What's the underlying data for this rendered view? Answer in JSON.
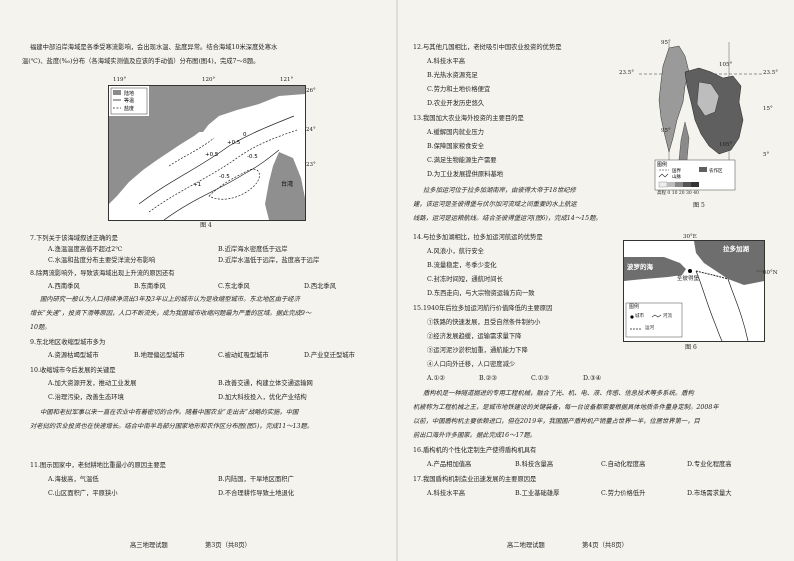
{
  "left": {
    "intro": [
      "福建中部沿岸海域是各季受寒流影响，会出现水温、盐度异常。结合海域10米深度处寒水",
      "温(℃)、盐度(‰)分布（各海域实测值及应该的手动值）分布图(图4)，完成7～8题。"
    ],
    "fig4": {
      "legend": [
        "陆地",
        "等温",
        "盐度"
      ],
      "lon_labels": [
        "119°",
        "120°",
        "121°"
      ],
      "lat_labels": [
        "26°",
        "24°",
        "23°"
      ],
      "iso_labels": [
        "+0.5",
        "0",
        "-0.5",
        "+1",
        "-0.5",
        "+0.5"
      ],
      "land_label": "台湾",
      "caption": "图 4"
    },
    "q7": {
      "stem": "7.下列关于该海域叙述正确的是",
      "options": [
        "A.渔温温度高值不超过2℃",
        "B.近岸海水密度低于远岸",
        "C.水温和盐度分布主要受洋流分布影响",
        "D.近岸水温低于远岸，盐度高于远岸"
      ]
    },
    "q8": {
      "stem": "8.除两流影响外，导致该海域出现上升流的原因还有",
      "options": [
        "A.西南季风",
        "B.东南季风",
        "C.东北季风",
        "D.西北季风"
      ]
    },
    "para2": [
      "国内研究一般认为人口持续净流出3年及3年以上的城市认为是收缩型城市。东北地区由于经济",
      "增长“失速”，投资下滑等原因，人口不断流失，成为我国城市收缩问题最为严重的区域。据此完成9～",
      "10题。"
    ],
    "q9": {
      "stem": "9.东北地区收缩型城市多为",
      "options": [
        "A.资源枯竭型城市",
        "B.地理偏远型城市",
        "C.被动虹吸型城市",
        "D.产业变迁型城市"
      ]
    },
    "q10": {
      "stem": "10.收缩城市今后发展的关键是",
      "options": [
        "A.加大资源开发，推动工业发展",
        "B.改善交通，构建立体交通运输网",
        "C.治理污染，改善生态环境",
        "D.加大科技投入，优化产业结构"
      ]
    },
    "para3": [
      "中国和老挝军事以来一直在农业中有着密切的合作。随着中国农业“走出去”战略的实施，中国",
      "对老挝的农业投资也在快速增长。结合中南半岛部分国家地形和农作区分布图(图5)，完成11～13题。"
    ],
    "q11": {
      "stem": "11.图示国家中，老挝耕地比重最小的原因主要是",
      "options": [
        "A.海拔高，气温低",
        "B.内陆国，干旱地区面积广",
        "C.山区面积广，平原狭小",
        "D.不合理耕作导致土地退化"
      ]
    },
    "footer": [
      "高三地理试题",
      "第3页（共8页）"
    ]
  },
  "right": {
    "q12": {
      "stem": "12.与其他几国相比，老挝吸引中国农业投资的优势是",
      "options": [
        "A.科技水平高",
        "B.光热水资源充足",
        "C.劳力和土地价格便宜",
        "D.农业开发历史悠久"
      ]
    },
    "q13": {
      "stem": "13.我国加大农业海外投资的主要目的是",
      "options": [
        "A.缓解国内就业压力",
        "B.保障国家粮食安全",
        "C.满足生物能源生产需要",
        "D.为工业发展提供原料基地"
      ]
    },
    "para4": [
      "拉多加运河位于拉多加湖南岸，由彼得大帝于18世纪修",
      "建，该运河是圣彼得堡与伏尔加河流域之间重要的水上航运",
      "线路，运河是运粮航线。结合圣彼得堡运河(图6)，完成14～15题。"
    ],
    "q14": {
      "stem": "14.与拉多加湖相比，拉多加运河航运的优势是",
      "options": [
        "A.风浪小，航行安全",
        "B.流量稳定，冬季少变化",
        "C.封冻时间短，通航时间长",
        "D.东西走向，与大宗物资运输方向一致"
      ]
    },
    "q15": {
      "stem": "15.1940年后拉多加运河航行价值降低的主要原因",
      "items": [
        "①铁路的快速发展，且受自然条件制约小",
        "②经济发展趋缓，运输需求量下降",
        "③运河泥沙淤积加重，通航能力下降",
        "④人口向外迁移，人口密度减少"
      ],
      "options": [
        "A.①②",
        "B.②③",
        "C.①③",
        "D.③④"
      ]
    },
    "para5": [
      "盾构机是一种隧道掘进的专用工程机械，融合了光、机、电、液、传感、信息技术等多系统。盾构",
      "机被称为工程机械之王，是城市地铁建设的关键装备，每一台设备都需要根据具体地质条件量身定制。2008年",
      "以前，中国盾构机主要依赖进口，但在2019年，我国国产盾构机产销量占世界一半，位居世界第一，目",
      "前出口海外许多国家。据此完成16～17题。"
    ],
    "q16": {
      "stem": "16.盾构机的个性化定制生产使得盾构机具有",
      "options": [
        "A.产品相加值高",
        "B.科技含量高",
        "C.自动化程度高",
        "D.专业化程度高"
      ]
    },
    "q17": {
      "stem": "17.我国盾构机制造业迅速发展的主要原因是",
      "options": [
        "A.科技水平高",
        "B.工业基础雄厚",
        "C.劳力价格低升",
        "D.市场需求量大"
      ]
    },
    "fig5": {
      "lat_labels": [
        "23.5°",
        "23.5°",
        "15°",
        "5°"
      ],
      "lon_labels": [
        "95°",
        "105°",
        "95°",
        "105°"
      ],
      "legend_title": "图例",
      "legend": [
        "国界",
        "山脉",
        "农作区"
      ],
      "legend_scale": "高程 0 10 20 30 40",
      "caption": "图 5"
    },
    "fig6": {
      "lon_label": "30°E",
      "lat_label": "60°N",
      "place_lake": "拉多加湖",
      "place_sea": "波罗的海",
      "place_city": "圣彼得堡",
      "legend_title": "图例",
      "legend": [
        "城市",
        "河流",
        "运河"
      ],
      "caption": "图 6"
    },
    "footer": [
      "高二地理试题",
      "第4页（共8页）"
    ]
  }
}
